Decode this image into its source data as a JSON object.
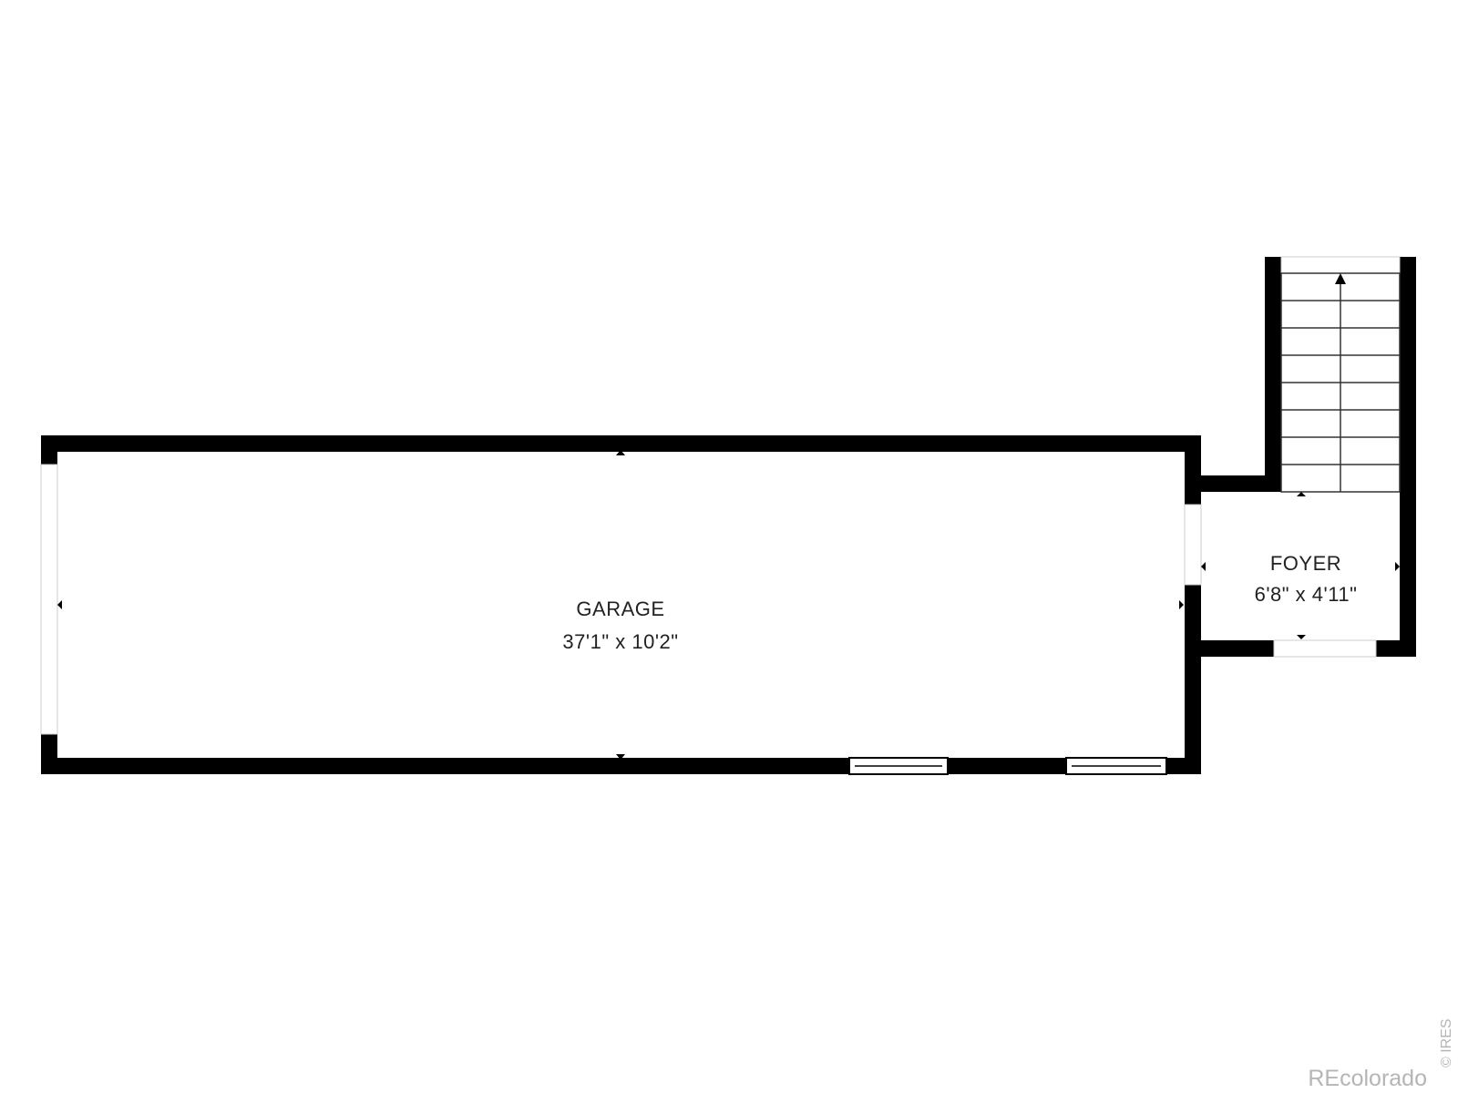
{
  "floorplan": {
    "rooms": [
      {
        "id": "garage",
        "name": "GARAGE",
        "dimensions": "37'1\" x 10'2\""
      },
      {
        "id": "foyer",
        "name": "FOYER",
        "dimensions": "6'8\" x 4'11\""
      }
    ],
    "colors": {
      "wall": "#000000",
      "background": "#ffffff",
      "watermark": "#b5b5b5"
    }
  },
  "watermark": {
    "brand": "REcolorado",
    "credit": "© IRES"
  }
}
